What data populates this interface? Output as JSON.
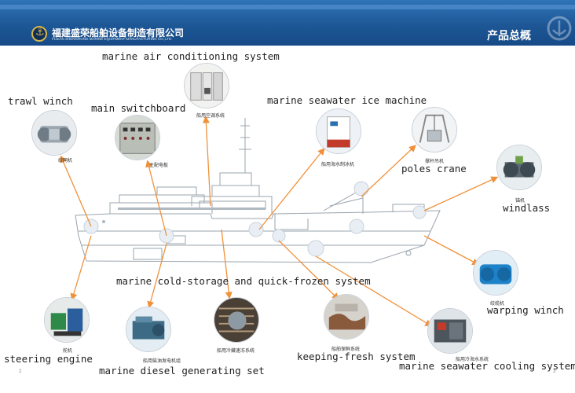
{
  "header": {
    "company_cn": "福建盛荣船舶设备制造有限公司",
    "company_en": "FUJIAN SHENGRONG MARINE EQUIPMENT MANUFACTURING CO.,LTD",
    "title": "产品总概",
    "logo_icon": "anchor-logo-icon",
    "colors": {
      "header": "#1e5796",
      "accent": "#d9b44a",
      "arrow": "#f0913a"
    }
  },
  "products": {
    "air_conditioning": {
      "label": "marine air conditioning system",
      "caption": "船用空调系统"
    },
    "trawl_winch": {
      "label": "trawl winch",
      "caption": "绞网机"
    },
    "switchboard": {
      "label": "main switchboard",
      "caption": "主配电板"
    },
    "ice_machine": {
      "label": "marine seawater ice machine",
      "caption": "船用海水制冰机"
    },
    "poles_crane": {
      "label": "poles crane",
      "caption": "撑杆吊机"
    },
    "windlass": {
      "label": "windlass",
      "caption": "锚机"
    },
    "warping_winch": {
      "label": "warping winch",
      "caption": "绞缆机"
    },
    "cold_storage": {
      "label": "marine cold-storage and quick-frozen system",
      "caption": "船用冷藏速冻系统"
    },
    "steering_engine": {
      "label": "steering engine",
      "caption": "舵机"
    },
    "diesel_generating": {
      "label": "marine diesel generating set",
      "caption": "船用柴油发电机组"
    },
    "keeping_fresh": {
      "label": "keeping-fresh system",
      "caption": "船舶保鲜系统"
    },
    "seawater_cooling": {
      "label": "marine seawater cooling system",
      "caption": "船用冷海水系统"
    }
  },
  "footer": {
    "page_left": "2",
    "page_right": "3"
  }
}
